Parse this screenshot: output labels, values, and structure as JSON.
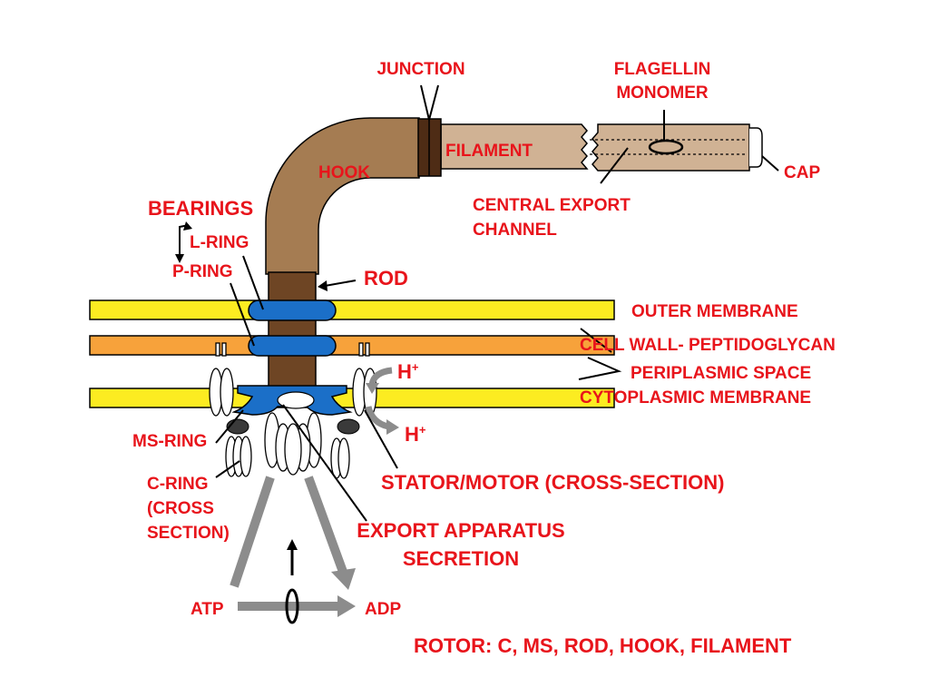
{
  "labels": {
    "junction": "JUNCTION",
    "flagellin_1": "FLAGELLIN",
    "flagellin_2": "MONOMER",
    "filament": "FILAMENT",
    "hook": "HOOK",
    "cap": "CAP",
    "central_export_1": "CENTRAL EXPORT",
    "central_export_2": "CHANNEL",
    "bearings": "BEARINGS",
    "l_ring": "L-RING",
    "p_ring": "P-RING",
    "rod": "ROD",
    "outer_membrane": "OUTER MEMBRANE",
    "cell_wall": "CELL WALL- PEPTIDOGLYCAN",
    "periplasmic_space": "PERIPLASMIC SPACE",
    "cytoplasmic_membrane": "CYTOPLASMIC MEMBRANE",
    "h_plus_top": "H",
    "h_plus_bottom": "H",
    "h_plus_sup": "+",
    "ms_ring": "MS-RING",
    "c_ring_1": "C-RING",
    "c_ring_2": "(CROSS",
    "c_ring_3": "SECTION)",
    "stator": "STATOR/MOTOR (CROSS-SECTION)",
    "export_1": "EXPORT APPARATUS",
    "export_2": "SECRETION",
    "atp": "ATP",
    "adp": "ADP",
    "rotor": "ROTOR: C, MS, ROD, HOOK, FILAMENT"
  },
  "colors": {
    "label_red": "#e8141b",
    "hook_brown": "#a57c52",
    "junction_dark": "#4e2c15",
    "rod_brown": "#6e4524",
    "filament_tan": "#d0b294",
    "outer_membrane_yellow": "#fcec21",
    "cell_wall_orange": "#f7a23b",
    "ring_blue": "#1b6fc8",
    "arrow_gray": "#8c8c8c"
  }
}
